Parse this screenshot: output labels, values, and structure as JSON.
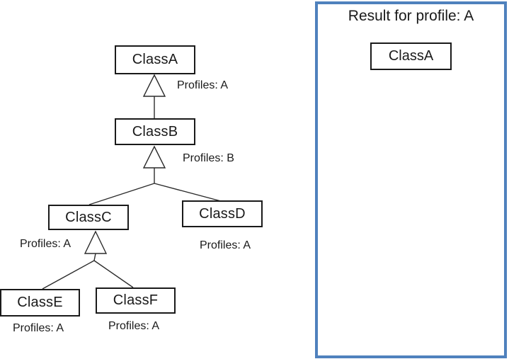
{
  "diagram": {
    "nodes": [
      {
        "id": "ClassA",
        "label": "ClassA",
        "profile": "Profiles: A"
      },
      {
        "id": "ClassB",
        "label": "ClassB",
        "profile": "Profiles: B"
      },
      {
        "id": "ClassC",
        "label": "ClassC",
        "profile": "Profiles: A"
      },
      {
        "id": "ClassD",
        "label": "ClassD",
        "profile": "Profiles: A"
      },
      {
        "id": "ClassE",
        "label": "ClassE",
        "profile": "Profiles: A"
      },
      {
        "id": "ClassF",
        "label": "ClassF",
        "profile": "Profiles: A"
      }
    ],
    "edges": [
      {
        "from": "ClassB",
        "to": "ClassA",
        "type": "generalization"
      },
      {
        "from": "ClassC",
        "to": "ClassB",
        "type": "generalization"
      },
      {
        "from": "ClassD",
        "to": "ClassB",
        "type": "generalization"
      },
      {
        "from": "ClassE",
        "to": "ClassC",
        "type": "generalization"
      },
      {
        "from": "ClassF",
        "to": "ClassC",
        "type": "generalization"
      }
    ]
  },
  "panel": {
    "title": "Result for profile: A",
    "result_classes": [
      "ClassA"
    ],
    "border_color": "#4f81bd"
  }
}
